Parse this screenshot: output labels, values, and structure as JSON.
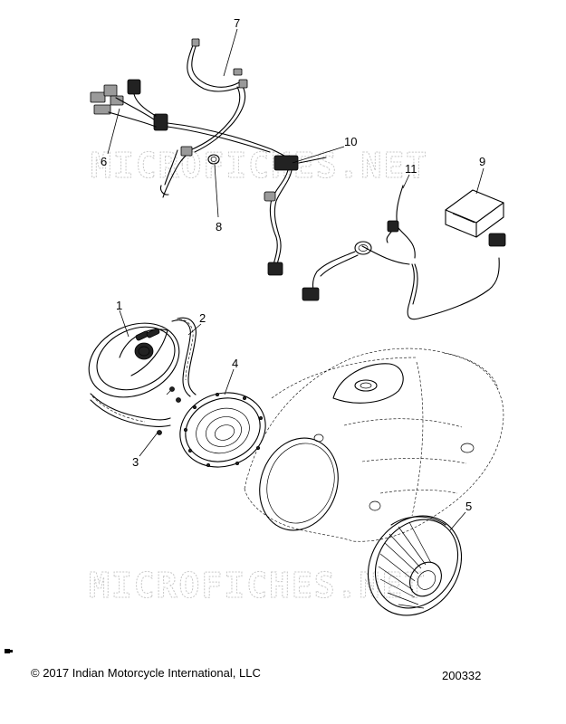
{
  "watermark": "MICROFICHES.NET",
  "callouts": {
    "c1": "1",
    "c2": "2",
    "c3": "3",
    "c4": "4",
    "c5": "5",
    "c6": "6",
    "c7": "7",
    "c8": "8",
    "c9": "9",
    "c10": "10",
    "c11": "11"
  },
  "footer": {
    "copyright": "© 2017 Indian Motorcycle International, LLC",
    "figure_number": "200332"
  }
}
